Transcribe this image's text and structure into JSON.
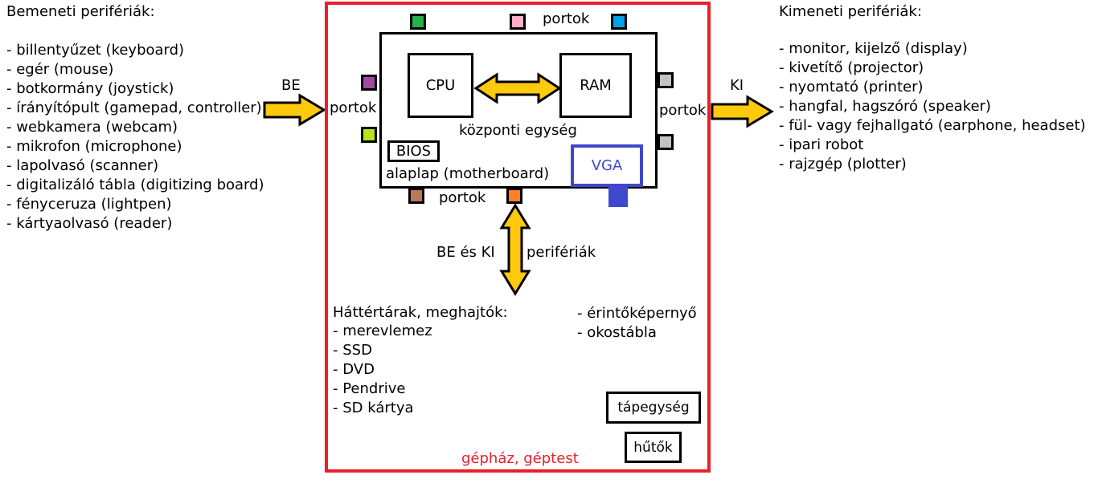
{
  "input": {
    "title": "Bemeneti perifériák:",
    "items": [
      "- billentyűzet (keyboard)",
      "- egér (mouse)",
      "- botkormány (joystick)",
      "- írányítópult (gamepad, controller)",
      "- webkamera (webcam)",
      "- mikrofon (microphone)",
      "- lapolvasó (scanner)",
      "- digitalizáló tábla (digitizing board)",
      "- fényceruza (lightpen)",
      "- kártyaolvasó (reader)"
    ],
    "arrow_label": "BE"
  },
  "output": {
    "title": "Kimeneti perifériák:",
    "items": [
      "- monitor, kijelző (display)",
      "- kivetítő (projector)",
      "- nyomtató (printer)",
      "- hangfal, hagszóró (speaker)",
      "- fül- vagy fejhallgató (earphone, headset)",
      "- ipari robot",
      "- rajzgép (plotter)"
    ],
    "arrow_label": "KI"
  },
  "case": {
    "label": "gépház, géptest",
    "color": "#e8202a"
  },
  "motherboard": {
    "label": "alaplap (motherboard)",
    "cpu": "CPU",
    "ram": "RAM",
    "central_unit": "központi egység",
    "bios": "BIOS",
    "vga": "VGA",
    "vga_color": "#3f48cc"
  },
  "ports": {
    "top_label": "portok",
    "left_label": "portok",
    "right_label": "portok",
    "bottom_label": "portok",
    "colors": {
      "top_1": "#22b14c",
      "top_2": "#ffaec9",
      "top_3": "#00a2e8",
      "left_1": "#a349a4",
      "left_2": "#b5e61d",
      "right_1": "#c3c3c3",
      "right_2": "#c3c3c3",
      "bottom_1": "#b97a57",
      "bottom_2": "#ff7f27"
    }
  },
  "io": {
    "left_label": "BE és KI",
    "right_label": "perifériák"
  },
  "storage": {
    "title": "Háttértárak, meghajtók:",
    "items": [
      "- merevlemez",
      "- SSD",
      "- DVD",
      "- Pendrive",
      "- SD kártya"
    ]
  },
  "io_devices": {
    "items": [
      "- érintőképernyő",
      "- okostábla"
    ]
  },
  "power": "tápegység",
  "coolers": "hűtők",
  "arrow_color": "#ffc90e"
}
